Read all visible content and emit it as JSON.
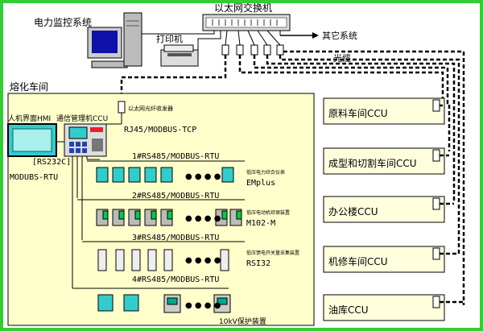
{
  "labels": {
    "switch": "以太网交换机",
    "power_system": "电力监控系统",
    "other_system": "其它系统",
    "printer": "打印机",
    "fiber": "光缆",
    "workshop": "熔化车间",
    "hmi": "人机界面HMI",
    "ccu_title": "通信管理机CCU",
    "fiber_transceiver": "以太网光纤收发器",
    "rj45": "RJ45/MODBUS-TCP",
    "rs232": "[RS232C]",
    "modbus_rtu": "MODUBS-RTU",
    "bus1": "1#RS485/MODBUS-RTU",
    "bus2": "2#RS485/MODBUS-RTU",
    "bus3": "3#RS485/MODBUS-RTU",
    "bus4": "4#RS485/MODBUS-RTU",
    "dev1_desc": "低压电力综合仪表",
    "dev1_model": "EMplus",
    "dev2_desc": "低压电动机综保装置",
    "dev2_model": "M102-M",
    "dev3_desc": "低压馈电开关量采集装置",
    "dev3_model": "RSI32",
    "dev4_desc": "10kV保护装置",
    "dots": "● ● ● ●"
  },
  "ccu_nodes": [
    {
      "label": "原料车间CCU"
    },
    {
      "label": "成型和切割车间CCU"
    },
    {
      "label": "办公楼CCU"
    },
    {
      "label": "机修车间CCU"
    },
    {
      "label": "油库CCU"
    }
  ],
  "colors": {
    "frame": "#33cc33",
    "workshop_bg": "#ffffcc",
    "ccu_box_bg": "#ffffdd",
    "cyan_screen": "#33cccc",
    "device_green": "#00cc44",
    "switch_body": "#dddddd"
  }
}
